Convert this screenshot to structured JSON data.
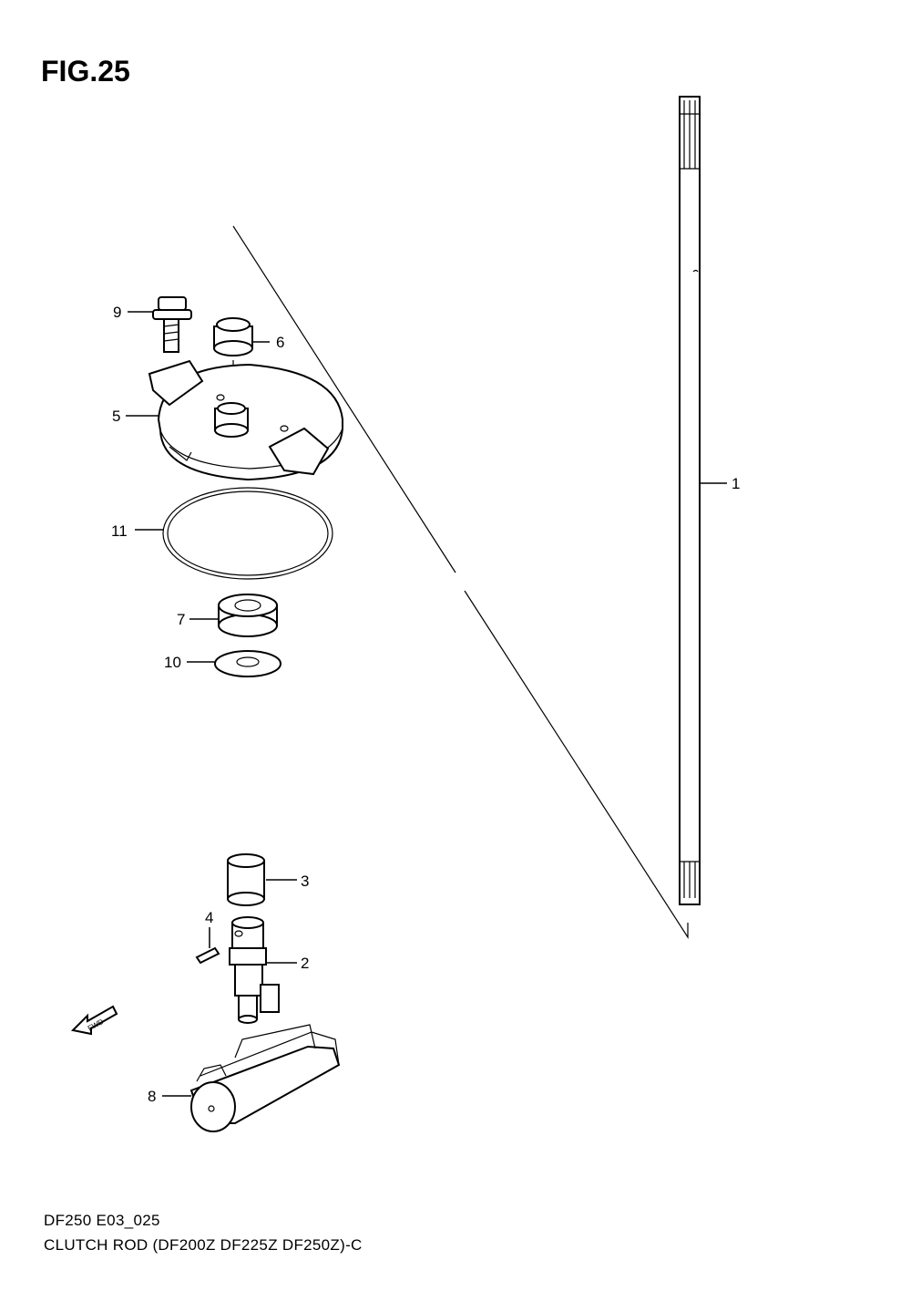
{
  "figure": {
    "title": "FIG.25",
    "code": "DF250 E03_025",
    "description": "CLUTCH ROD (DF200Z DF225Z DF250Z)-C"
  },
  "callouts": [
    "1",
    "2",
    "3",
    "4",
    "5",
    "6",
    "7",
    "8",
    "9",
    "10",
    "11"
  ],
  "fwd_label": "FWD"
}
